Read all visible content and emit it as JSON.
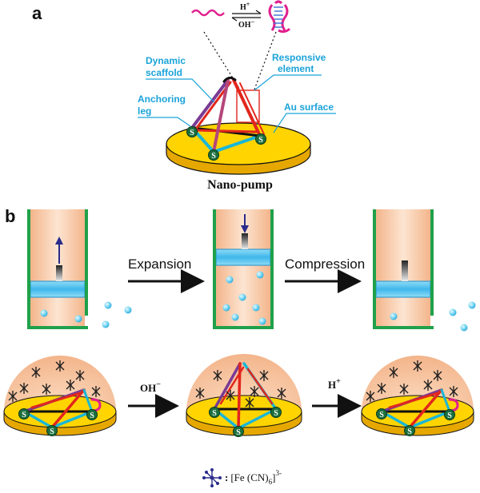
{
  "panel_a": {
    "letter": "a",
    "top_reaction": {
      "forward": "H",
      "forward_sup": "+",
      "reverse": "OH",
      "reverse_sup": "−"
    },
    "labels": {
      "dynamic_scaffold": [
        "Dynamic",
        "scaffold"
      ],
      "anchoring_leg": [
        "Anchoring",
        "leg"
      ],
      "responsive_element": [
        "Responsive",
        "element"
      ],
      "au_surface": "Au surface"
    },
    "caption": "Nano-pump"
  },
  "panel_b": {
    "letter": "b",
    "piston_steps": [
      "Expansion",
      "Compression"
    ],
    "dome_steps": [
      {
        "text": "OH",
        "sup": "−"
      },
      {
        "text": "H",
        "sup": "+"
      }
    ],
    "legend": {
      "colon": ":",
      "formula": "[Fe (CN)",
      "sub": "6",
      "close": "]",
      "charge": "3-"
    }
  },
  "colors": {
    "gold": "#ffd400",
    "cyan_label": "#1aa3d9",
    "piston_blue": "#48c2ee",
    "cylinder_green": "#1fa14a",
    "dome_peach": "#f6bf98",
    "strand_red": "#e2261d",
    "strand_purple": "#7a3a94",
    "strand_cyan": "#19b6d7",
    "responsive_magenta": "#e0208d"
  },
  "icons": [
    "sulfur-anchor-icon",
    "ferricyanide-icon",
    "bead-icon",
    "arrow-icon"
  ]
}
